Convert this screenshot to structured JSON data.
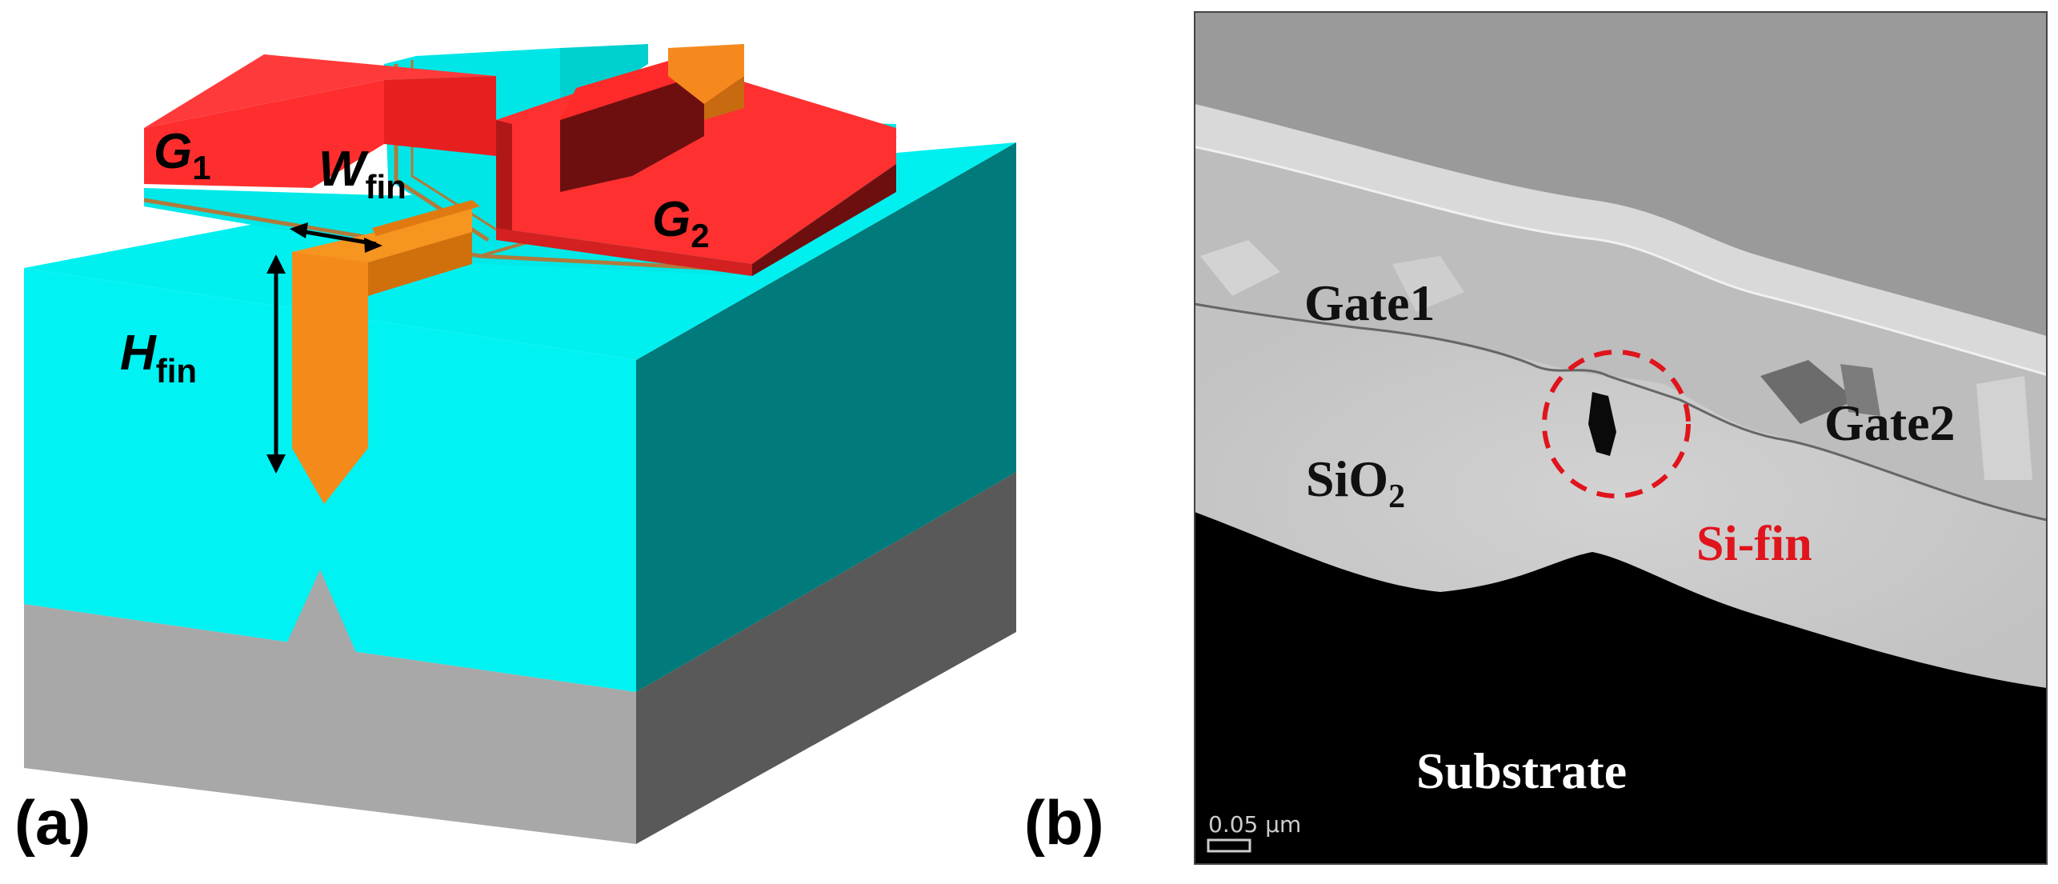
{
  "panel_a": {
    "label": "(a)",
    "gate1_label": "G",
    "gate1_sub": "1",
    "gate2_label": "G",
    "gate2_sub": "2",
    "wfin_label": "W",
    "wfin_sub": "fin",
    "hfin_label": "H",
    "hfin_sub": "fin"
  },
  "panel_b": {
    "label": "(b)",
    "gate1": "Gate1",
    "gate2": "Gate2",
    "sio2": "SiO",
    "sio2_sub": "2",
    "sifin": "Si-fin",
    "substrate": "Substrate",
    "scale_bar": "0.05 μm"
  },
  "colors": {
    "gate_red": "#ff3333",
    "gate_dark": "#6e0f0f",
    "oxide_cyan": "#00f2f2",
    "oxide_dark": "#007a7a",
    "fin_orange": "#f5891e",
    "substrate_gray": "#a8a8a8",
    "sifin_label": "#e0141c"
  }
}
